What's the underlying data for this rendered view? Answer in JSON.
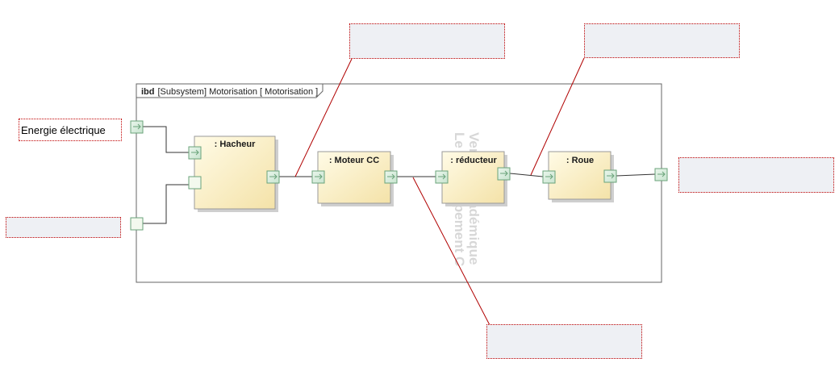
{
  "frame": {
    "keyword": "ibd",
    "title": "[Subsystem] Motorisation [ Motorisation ]"
  },
  "blocks": [
    {
      "id": "hacheur",
      "name": ": Hacheur"
    },
    {
      "id": "moteur",
      "name": ": Moteur CC"
    },
    {
      "id": "reducteur",
      "name": ": réducteur"
    },
    {
      "id": "roue",
      "name": ": Roue"
    }
  ],
  "labels": {
    "energy_input": "Energie électrique",
    "second_input": "",
    "hacheur_moteur_flow": "",
    "reducteur_roue_flow": "",
    "output": "",
    "moteur_reducteur_flow": ""
  },
  "watermark": {
    "line1": "Version académique",
    "line2": "Le développement C"
  },
  "colors": {
    "frame_border": "#666666",
    "block_fill_top": "#fff9de",
    "block_fill_bottom": "#f6e6b0",
    "block_border": "#9a9a9a",
    "port_fill": "#d8eedd",
    "port_border": "#6aa37a",
    "annotation_line": "#b00000",
    "label_border": "#c00000",
    "label_fill": "#eef0f4"
  }
}
